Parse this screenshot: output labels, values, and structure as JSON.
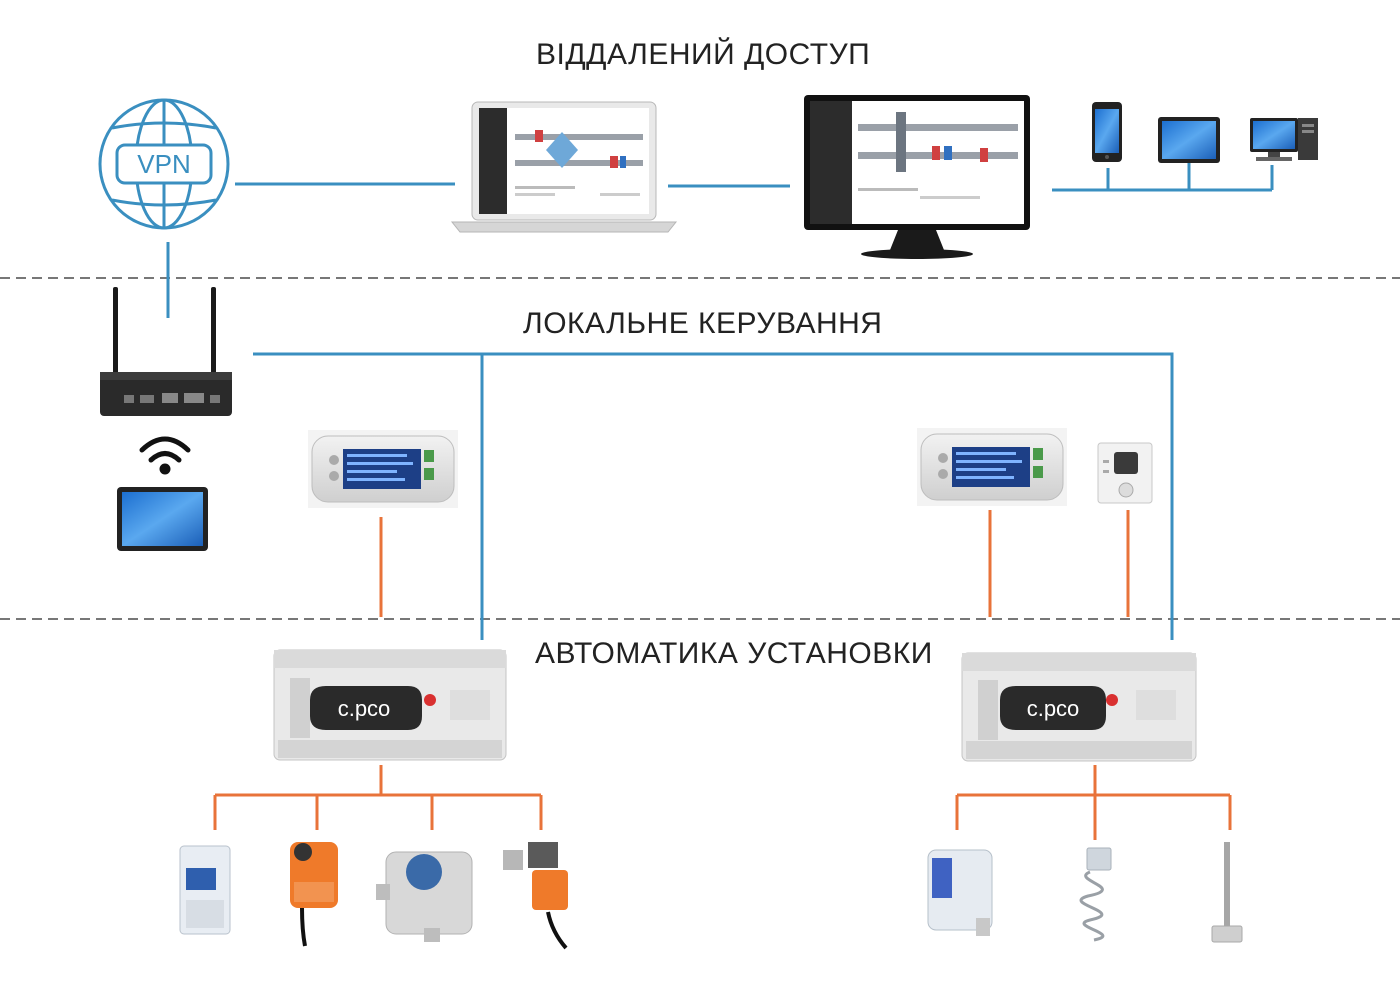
{
  "sections": {
    "remote_access": "ВІДДАЛЕНИЙ ДОСТУП",
    "local_control": "ЛОКАЛЬНЕ КЕРУВАННЯ",
    "plant_automation": "АВТОМАТИКА УСТАНОВКИ"
  },
  "vpn": {
    "label": "VPN"
  },
  "controller": {
    "brand": "c.pco"
  },
  "colors": {
    "network_line": "#3a8fc0",
    "field_line": "#e8733a",
    "divider": "#777777",
    "title": "#222222"
  }
}
